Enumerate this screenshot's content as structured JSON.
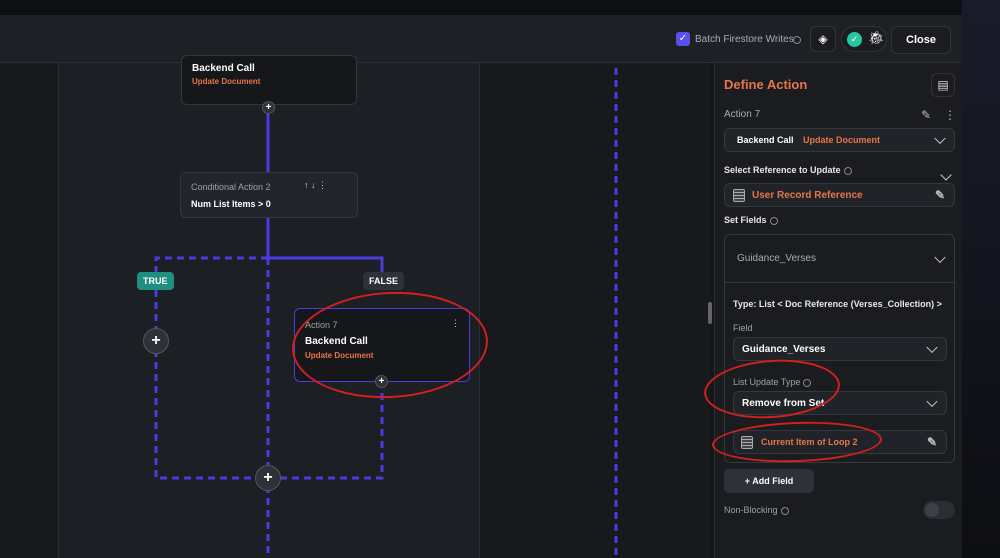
{
  "header": {
    "batch_label": "Batch Firestore Writes",
    "batch_checked": true,
    "close_label": "Close"
  },
  "canvas": {
    "top_card": {
      "title": "Backend Call",
      "subtitle": "Update Document"
    },
    "conditional": {
      "label": "Conditional Action 2",
      "condition": "Num List Items  >  0"
    },
    "true_label": "TRUE",
    "false_label": "FALSE",
    "action_card": {
      "label": "Action 7",
      "title": "Backend Call",
      "subtitle": "Update Document"
    }
  },
  "panel": {
    "title": "Define Action",
    "action_name": "Action 7",
    "action_type": "Backend Call",
    "action_subtype": "Update Document",
    "ref_label": "Select Reference to Update",
    "ref_value": "User Record Reference",
    "set_fields_label": "Set Fields",
    "field_header": "Guidance_Verses",
    "type_text": "Type: List < Doc Reference (Verses_Collection) >",
    "field_label": "Field",
    "field_value": "Guidance_Verses",
    "list_update_label": "List Update Type",
    "list_update_value": "Remove from Set",
    "value_text": "Current Item of Loop 2",
    "add_field": "Add Field",
    "non_blocking": "Non-Blocking",
    "non_blocking_on": false
  },
  "colors": {
    "accent": "#e8754a",
    "flow": "#4a3de0",
    "true": "#1f8f7f",
    "checkbox": "#5b4ff0"
  }
}
